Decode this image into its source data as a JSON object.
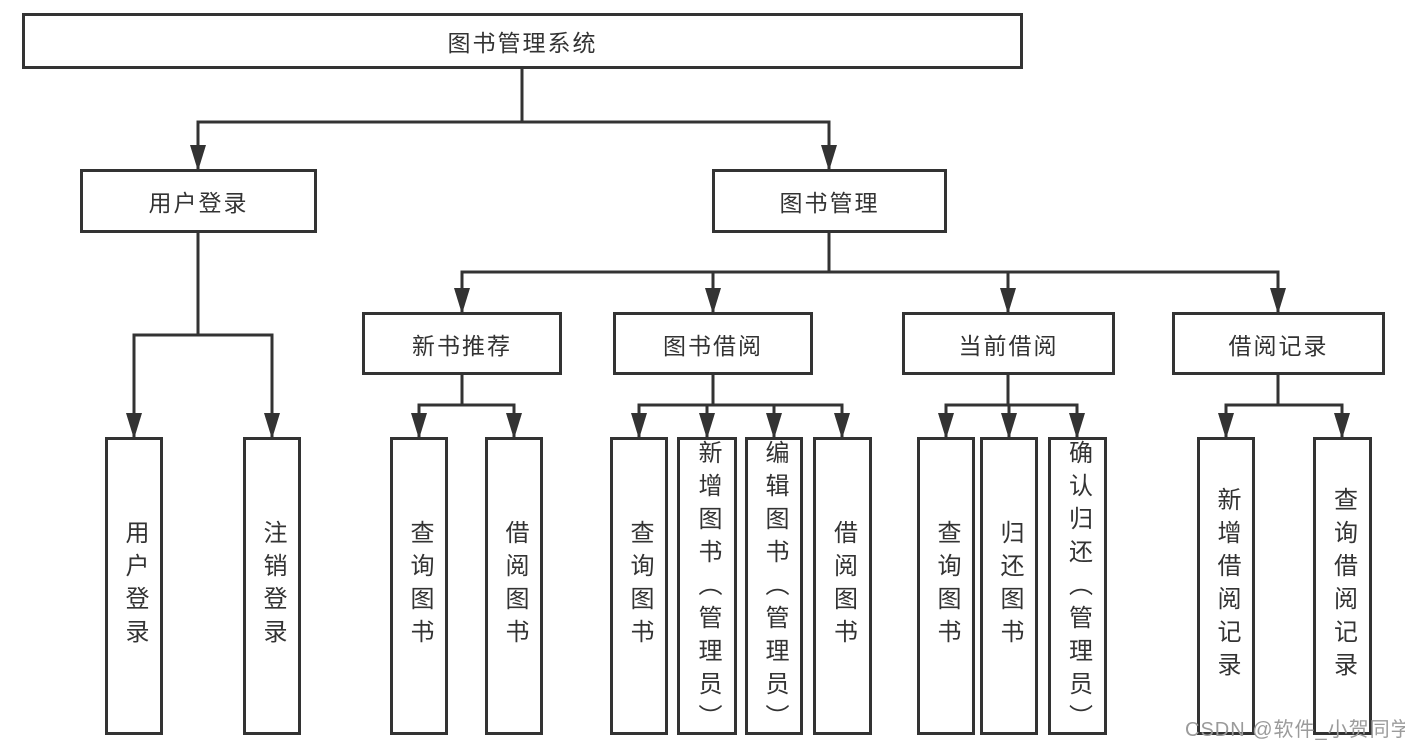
{
  "colors": {
    "line": "#333333",
    "text": "#333333",
    "watermark": "#9b9b9b",
    "background": "#ffffff"
  },
  "watermark": {
    "text": "CSDN @软件_小贺同学"
  },
  "diagram": {
    "root": {
      "label": "图书管理系统"
    },
    "level1": [
      {
        "label": "用户登录",
        "children": [
          {
            "label": "用户登录"
          },
          {
            "label": "注销登录"
          }
        ]
      },
      {
        "label": "图书管理",
        "children": [
          {
            "label": "新书推荐",
            "children": [
              {
                "label": "查询图书"
              },
              {
                "label": "借阅图书"
              }
            ]
          },
          {
            "label": "图书借阅",
            "children": [
              {
                "label": "查询图书"
              },
              {
                "label": "新增图书（管理员）"
              },
              {
                "label": "编辑图书（管理员）"
              },
              {
                "label": "借阅图书"
              }
            ]
          },
          {
            "label": "当前借阅",
            "children": [
              {
                "label": "查询图书"
              },
              {
                "label": "归还图书"
              },
              {
                "label": "确认归还（管理员）"
              }
            ]
          },
          {
            "label": "借阅记录",
            "children": [
              {
                "label": "新增借阅记录"
              },
              {
                "label": "查询借阅记录"
              }
            ]
          }
        ]
      }
    ]
  }
}
